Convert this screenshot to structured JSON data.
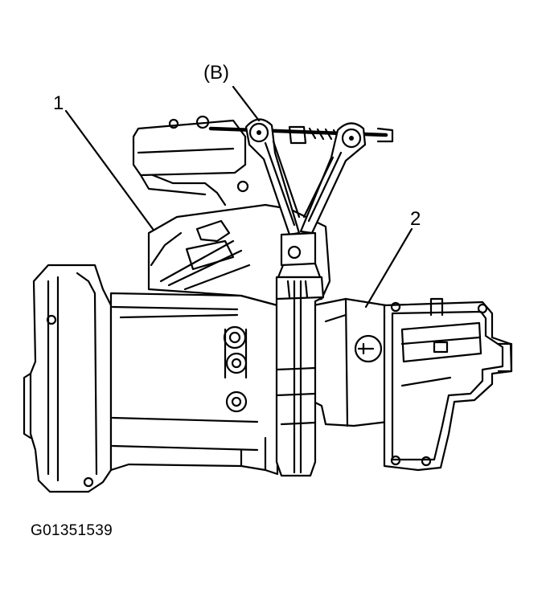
{
  "figure": {
    "callouts": {
      "tool": "(B)",
      "part1": "1",
      "part2": "2"
    },
    "reference_code": "G01351539"
  },
  "colors": {
    "ink": "#000000",
    "paper": "#ffffff"
  }
}
